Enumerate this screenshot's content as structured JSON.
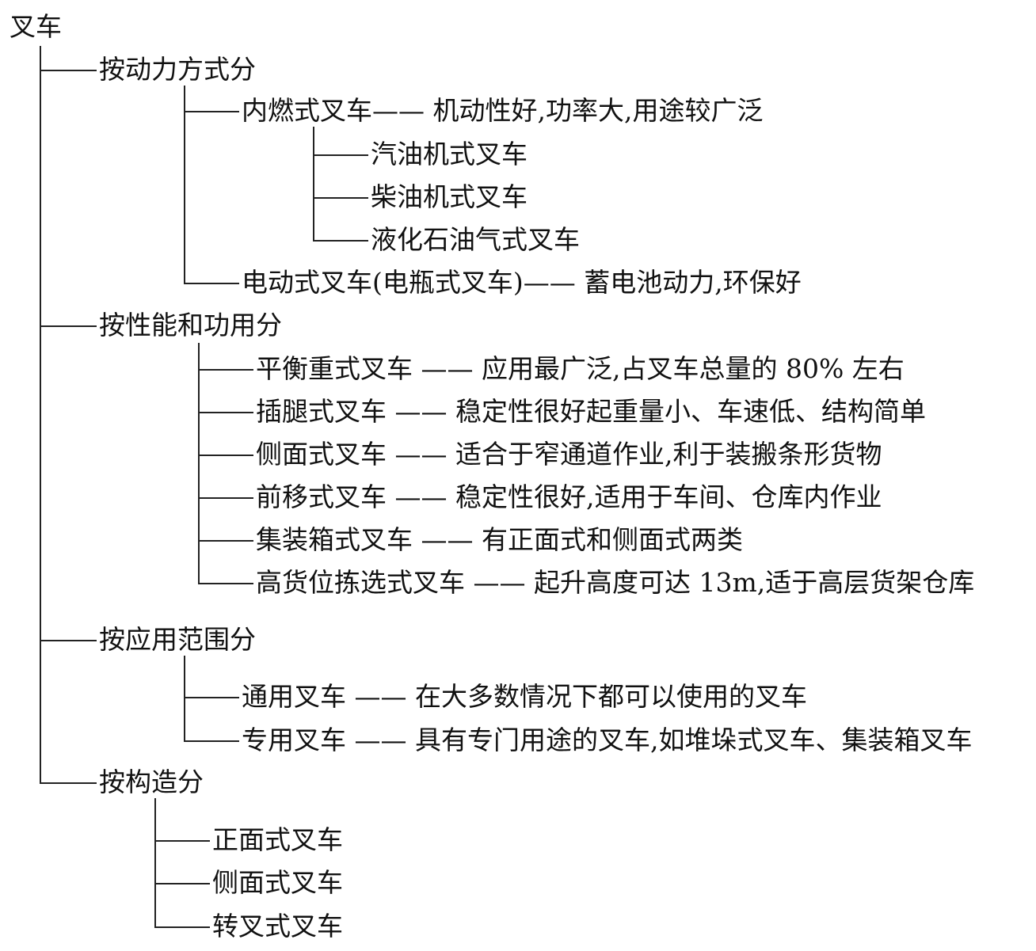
{
  "root": "叉车",
  "groups": [
    {
      "label": "按动力方式分",
      "children": [
        {
          "label": "内燃式叉车—— 机动性好,功率大,用途较广泛",
          "children": [
            {
              "label": "汽油机式叉车"
            },
            {
              "label": "柴油机式叉车"
            },
            {
              "label": "液化石油气式叉车"
            }
          ]
        },
        {
          "label": "电动式叉车(电瓶式叉车)—— 蓄电池动力,环保好"
        }
      ]
    },
    {
      "label": "按性能和功用分",
      "children": [
        {
          "label": "平衡重式叉车 —— 应用最广泛,占叉车总量的 80% 左右"
        },
        {
          "label": "插腿式叉车 —— 稳定性很好起重量小、车速低、结构简单"
        },
        {
          "label": "侧面式叉车 —— 适合于窄通道作业,利于装搬条形货物"
        },
        {
          "label": "前移式叉车 —— 稳定性很好,适用于车间、仓库内作业"
        },
        {
          "label": "集装箱式叉车 —— 有正面式和侧面式两类"
        },
        {
          "label": "高货位拣选式叉车 —— 起升高度可达 13m,适于高层货架仓库"
        }
      ]
    },
    {
      "label": "按应用范围分",
      "children": [
        {
          "label": "通用叉车 —— 在大多数情况下都可以使用的叉车"
        },
        {
          "label": "专用叉车 —— 具有专门用途的叉车,如堆垛式叉车、集装箱叉车"
        }
      ]
    },
    {
      "label": "按构造分",
      "children": [
        {
          "label": "正面式叉车"
        },
        {
          "label": "侧面式叉车"
        },
        {
          "label": "转叉式叉车"
        }
      ]
    }
  ]
}
